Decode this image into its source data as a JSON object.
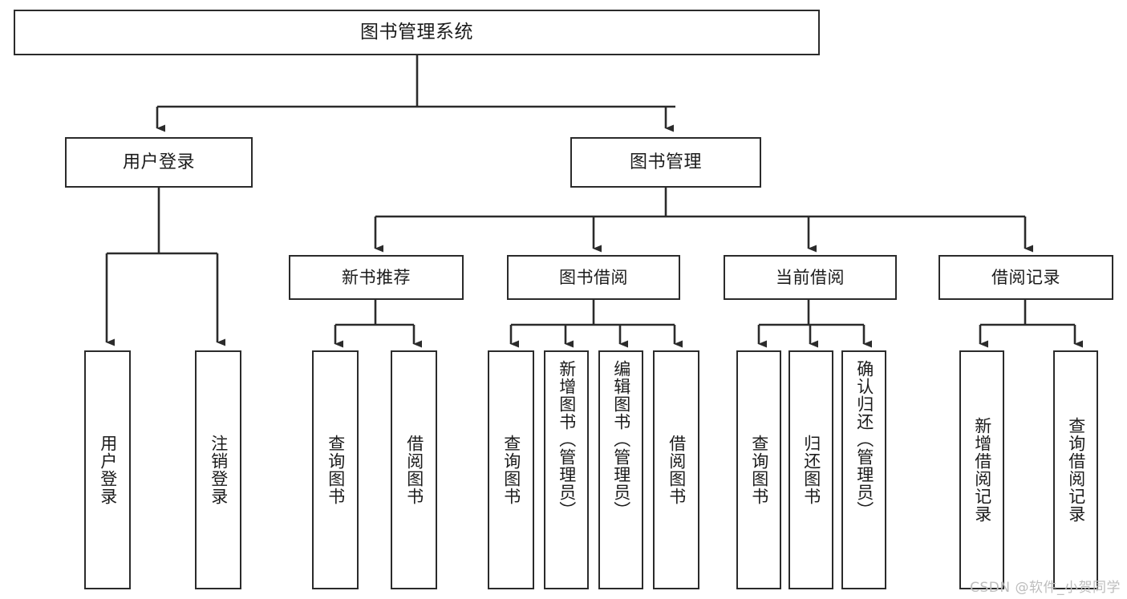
{
  "diagram": {
    "title": "图书管理系统",
    "watermark": "CSDN @软件_小贺同学",
    "root": {
      "label": "图书管理系统"
    },
    "level1": [
      {
        "key": "user_login",
        "label": "用户登录"
      },
      {
        "key": "book_manage",
        "label": "图书管理"
      }
    ],
    "level2": [
      {
        "key": "new_book_rec",
        "label": "新书推荐"
      },
      {
        "key": "book_borrow",
        "label": "图书借阅"
      },
      {
        "key": "current_borrow",
        "label": "当前借阅"
      },
      {
        "key": "borrow_record",
        "label": "借阅记录"
      }
    ],
    "leaves": {
      "user_login": [
        {
          "key": "leaf_user_login",
          "label": "用户登录"
        },
        {
          "key": "leaf_logout",
          "label": "注销登录"
        }
      ],
      "new_book_rec": [
        {
          "key": "leaf_query_book_1",
          "label": "查询图书"
        },
        {
          "key": "leaf_borrow_book_1",
          "label": "借阅图书"
        }
      ],
      "book_borrow": [
        {
          "key": "leaf_query_book_2",
          "label": "查询图书"
        },
        {
          "key": "leaf_add_book",
          "label": "新增图书（管理员）"
        },
        {
          "key": "leaf_edit_book",
          "label": "编辑图书（管理员）"
        },
        {
          "key": "leaf_borrow_book_2",
          "label": "借阅图书"
        }
      ],
      "current_borrow": [
        {
          "key": "leaf_query_book_3",
          "label": "查询图书"
        },
        {
          "key": "leaf_return_book",
          "label": "归还图书"
        },
        {
          "key": "leaf_confirm_return",
          "label": "确认归还（管理员）"
        }
      ],
      "borrow_record": [
        {
          "key": "leaf_add_record",
          "label": "新增借阅记录"
        },
        {
          "key": "leaf_query_record",
          "label": "查询借阅记录"
        }
      ]
    },
    "colors": {
      "stroke": "#2b2b2b",
      "fill": "#ffffff",
      "text": "#1b1b1b",
      "watermark": "#bdbdbd"
    }
  }
}
